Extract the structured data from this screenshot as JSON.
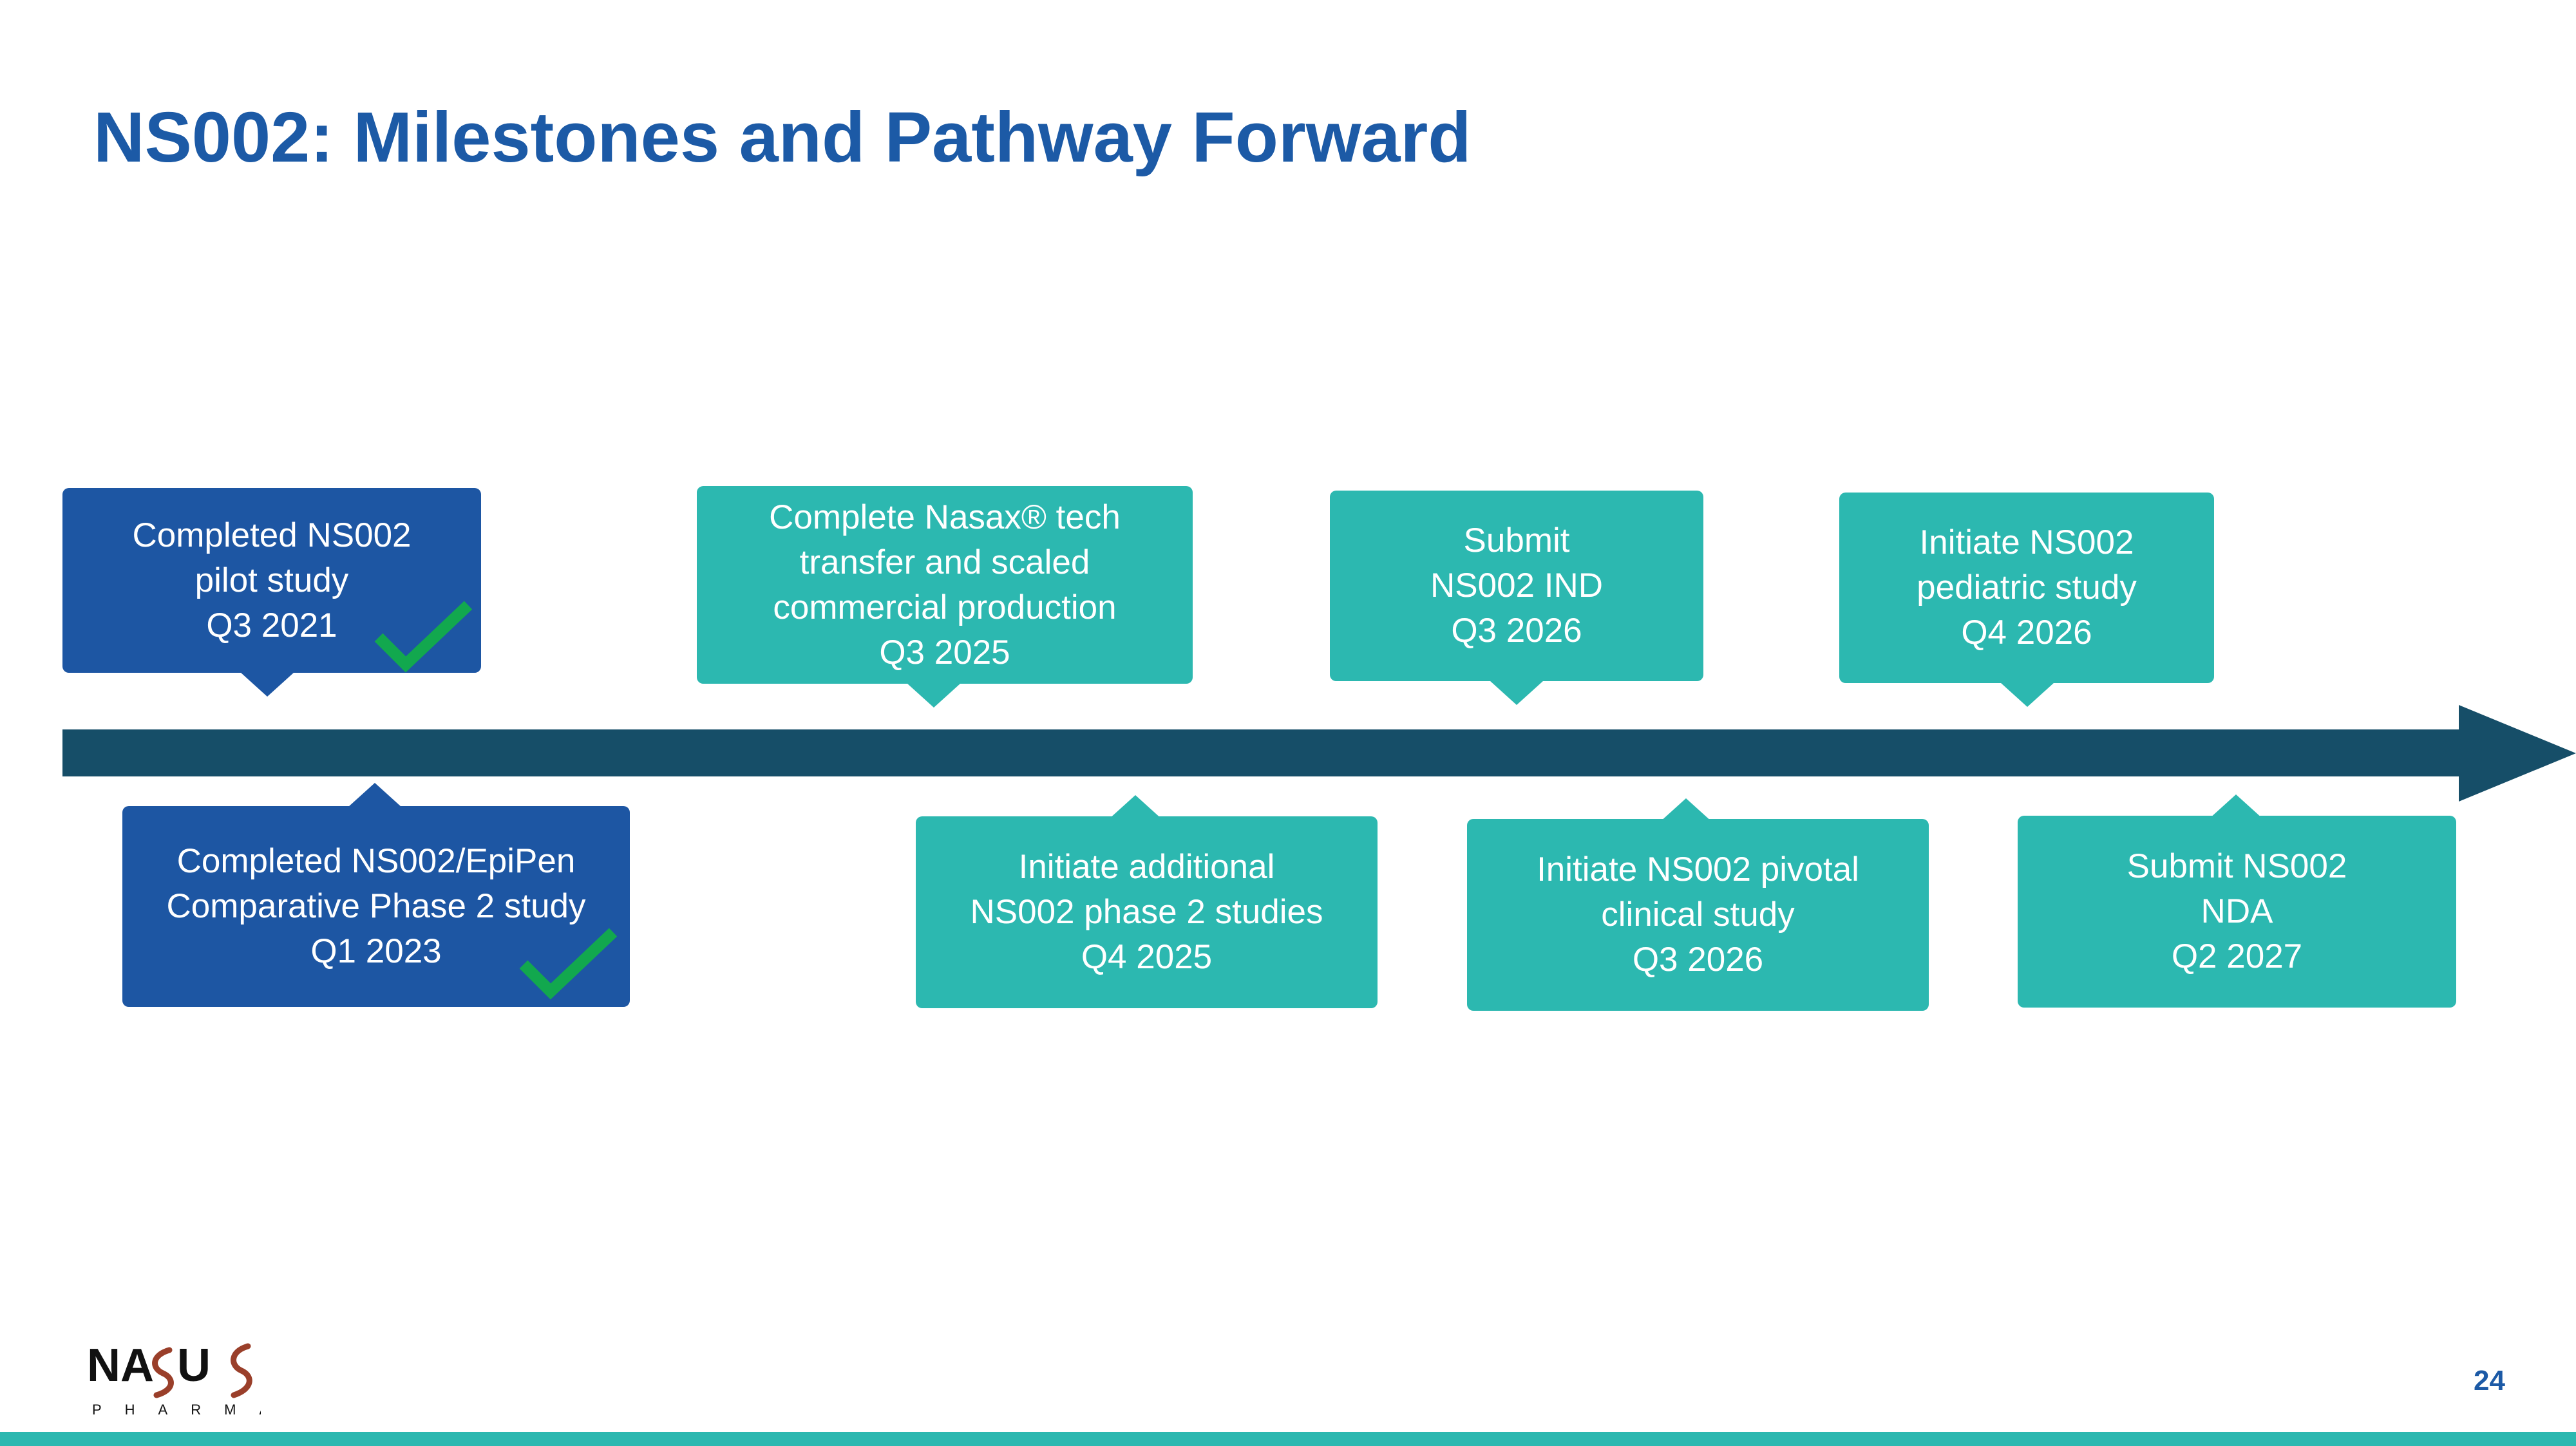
{
  "slide": {
    "title": "NS002: Milestones and Pathway Forward",
    "page_number": "24"
  },
  "colors": {
    "completed": "#1d56a3",
    "planned": "#2cb8b0",
    "timeline": "#164e68",
    "check": "#12a84e",
    "title": "#1c5aa6"
  },
  "milestones": [
    {
      "lines": [
        "Completed NS002",
        "pilot study",
        "Q3 2021"
      ],
      "status": "completed",
      "position": "above"
    },
    {
      "lines": [
        "Completed NS002/EpiPen",
        "Comparative Phase 2 study",
        "Q1 2023"
      ],
      "status": "completed",
      "position": "below"
    },
    {
      "lines": [
        "Complete Nasax® tech",
        "transfer and scaled",
        "commercial production",
        "Q3 2025"
      ],
      "status": "planned",
      "position": "above"
    },
    {
      "lines": [
        "Initiate additional",
        "NS002 phase 2 studies",
        "Q4 2025"
      ],
      "status": "planned",
      "position": "below"
    },
    {
      "lines": [
        "Submit",
        "NS002 IND",
        "Q3 2026"
      ],
      "status": "planned",
      "position": "above"
    },
    {
      "lines": [
        "Initiate NS002 pivotal",
        "clinical study",
        "Q3 2026"
      ],
      "status": "planned",
      "position": "below"
    },
    {
      "lines": [
        "Initiate NS002",
        "pediatric study",
        "Q4 2026"
      ],
      "status": "planned",
      "position": "above"
    },
    {
      "lines": [
        "Submit NS002",
        "NDA",
        "Q2 2027"
      ],
      "status": "planned",
      "position": "below"
    }
  ],
  "logo": {
    "wordmark": "NASUS",
    "subtitle": "PHARMA"
  }
}
